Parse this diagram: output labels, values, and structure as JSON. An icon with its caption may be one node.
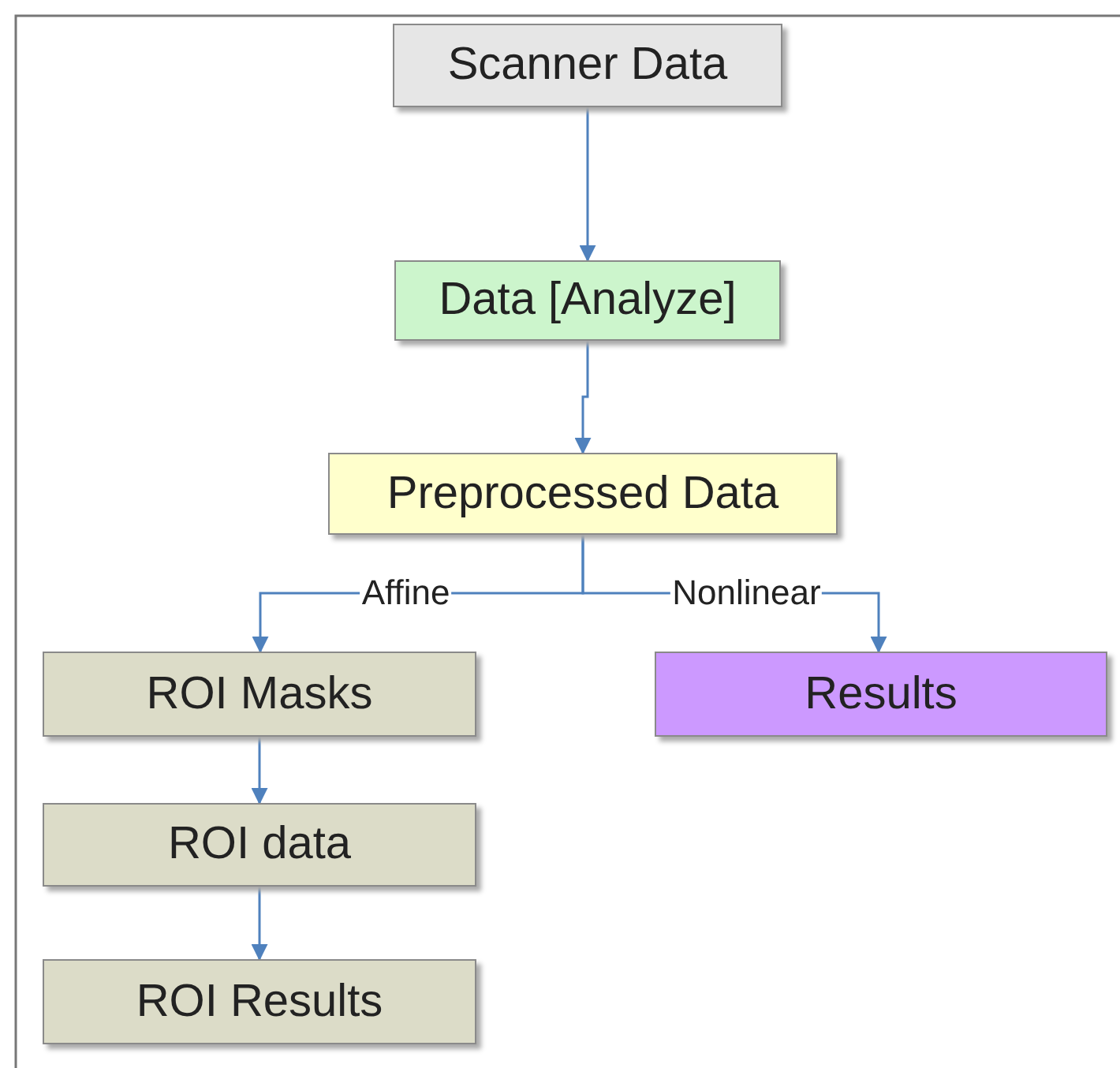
{
  "diagram": {
    "nodes": [
      {
        "text": [
          "Scanner Data"
        ]
      },
      {
        "text": [
          "Data [Analyze]"
        ]
      },
      {
        "text": [
          "Preprocessed Data"
        ]
      },
      {
        "text": [
          "ROI Masks"
        ]
      },
      {
        "text": [
          "Results"
        ]
      },
      {
        "text": [
          "ROI data"
        ]
      },
      {
        "text": [
          "ROI Results"
        ]
      }
    ],
    "edges": [
      {
        "from": 0,
        "to": 1,
        "arrow": "to"
      },
      {
        "from": 1,
        "to": 2,
        "arrow": "to"
      },
      {
        "from": 2,
        "to": 3,
        "arrow": "to",
        "label": "Affine"
      },
      {
        "from": 2,
        "to": 4,
        "arrow": "to",
        "label": "Nonlinear"
      },
      {
        "from": 3,
        "to": 5,
        "arrow": "to"
      },
      {
        "from": 5,
        "to": 6,
        "arrow": "to"
      }
    ]
  }
}
